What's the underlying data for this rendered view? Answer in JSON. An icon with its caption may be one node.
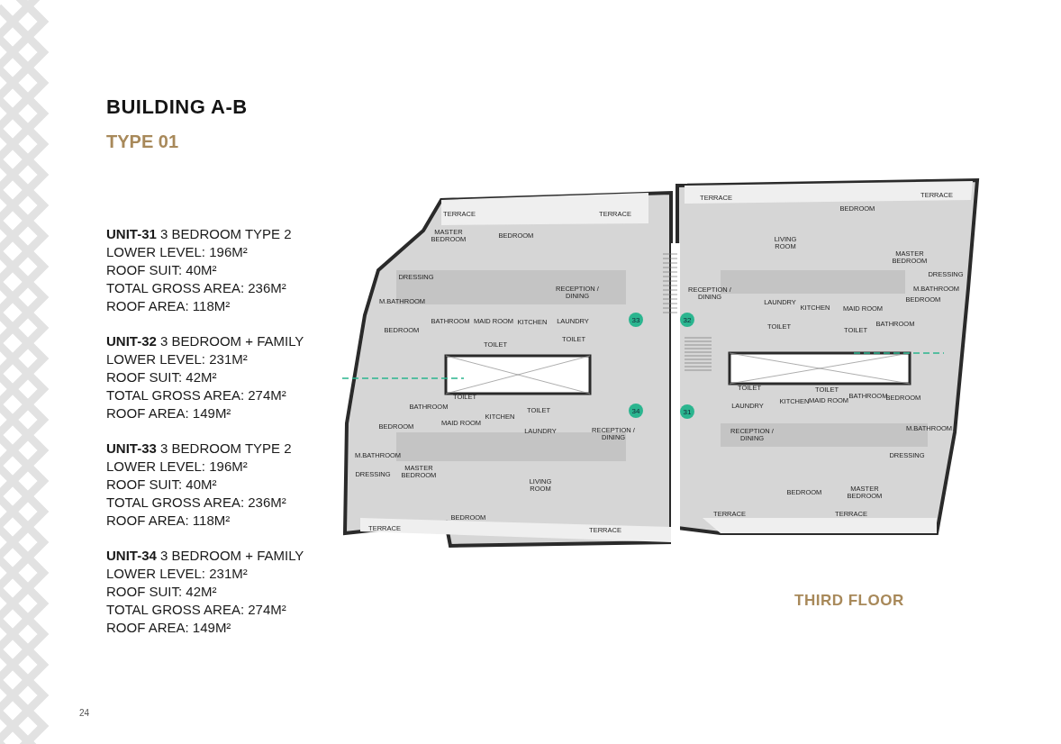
{
  "diagram": {
    "title": "BUILDING A-B",
    "labels": [
      "TYPE 01",
      "**UNIT-31** 3 BEDROOM TYPE 2",
      "LOWER LEVEL: 196M²",
      "ROOF SUIT: 40M²",
      "TOTAL GROSS AREA: 236M²",
      "ROOF AREA: 118M²",
      "**UNIT-32** 3 BEDROOM + FAMILY",
      "LOWER LEVEL: 231M²",
      "ROOF SUIT: 42M²",
      "TOTAL GROSS AREA: 274M²",
      "ROOF AREA: 149M²",
      "**UNIT-33** 3 BEDROOM TYPE 2",
      "LOWER LEVEL: 196M²",
      "ROOF SUIT: 40M²",
      "TOTAL GROSS AREA: 236M²",
      "ROOF AREA: 118M²",
      "**UNIT-34** 3 BEDROOM + FAMILY",
      "LOWER LEVEL: 231M²",
      "ROOF SUIT: 42M²",
      "TOTAL GROSS AREA: 274M²",
      "ROOF AREA: 149M²",
      "TERRACE",
      "MASTER BEDROOM",
      "BEDROOM",
      "TERRACE",
      "DRESSING",
      "M.BATHROOM",
      "RECEPTION / DINING",
      "BATHROOM",
      "MAID ROOM",
      "KITCHEN",
      "LAUNDRY",
      "BEDROOM",
      "TOILET",
      "TOILET",
      "33",
      "32",
      "TERRACE",
      "LIVING ROOM",
      "BEDROOM",
      "TERRACE",
      "MASTER BEDROOM",
      "DRESSING",
      "M.BATHROOM",
      "RECEPTION / DINING",
      "LAUNDRY",
      "KITCHEN",
      "MAID ROOM",
      "BEDROOM",
      "BATHROOM",
      "TOILET",
      "TOILET",
      "34",
      "TOILET",
      "BATHROOM",
      "MAID ROOM",
      "KITCHEN",
      "TOILET",
      "LAUNDRY",
      "BEDROOM",
      "RECEPTION / DINING",
      "M.BATHROOM",
      "DRESSING",
      "MASTER BEDROOM",
      "LIVING ROOM",
      "BEDROOM",
      "TERRACE",
      "TERRACE",
      "31",
      "TOILET",
      "LAUNDRY",
      "KITCHEN",
      "TOILET",
      "MAID ROOM",
      "BATHROOM",
      "BEDROOM",
      "RECEPTION / DINING",
      "M.BATHROOM",
      "DRESSING",
      "BEDROOM",
      "MASTER BEDROOM",
      "TERRACE",
      "TERRACE",
      "THIRD FLOOR",
      "24"
    ]
  }
}
